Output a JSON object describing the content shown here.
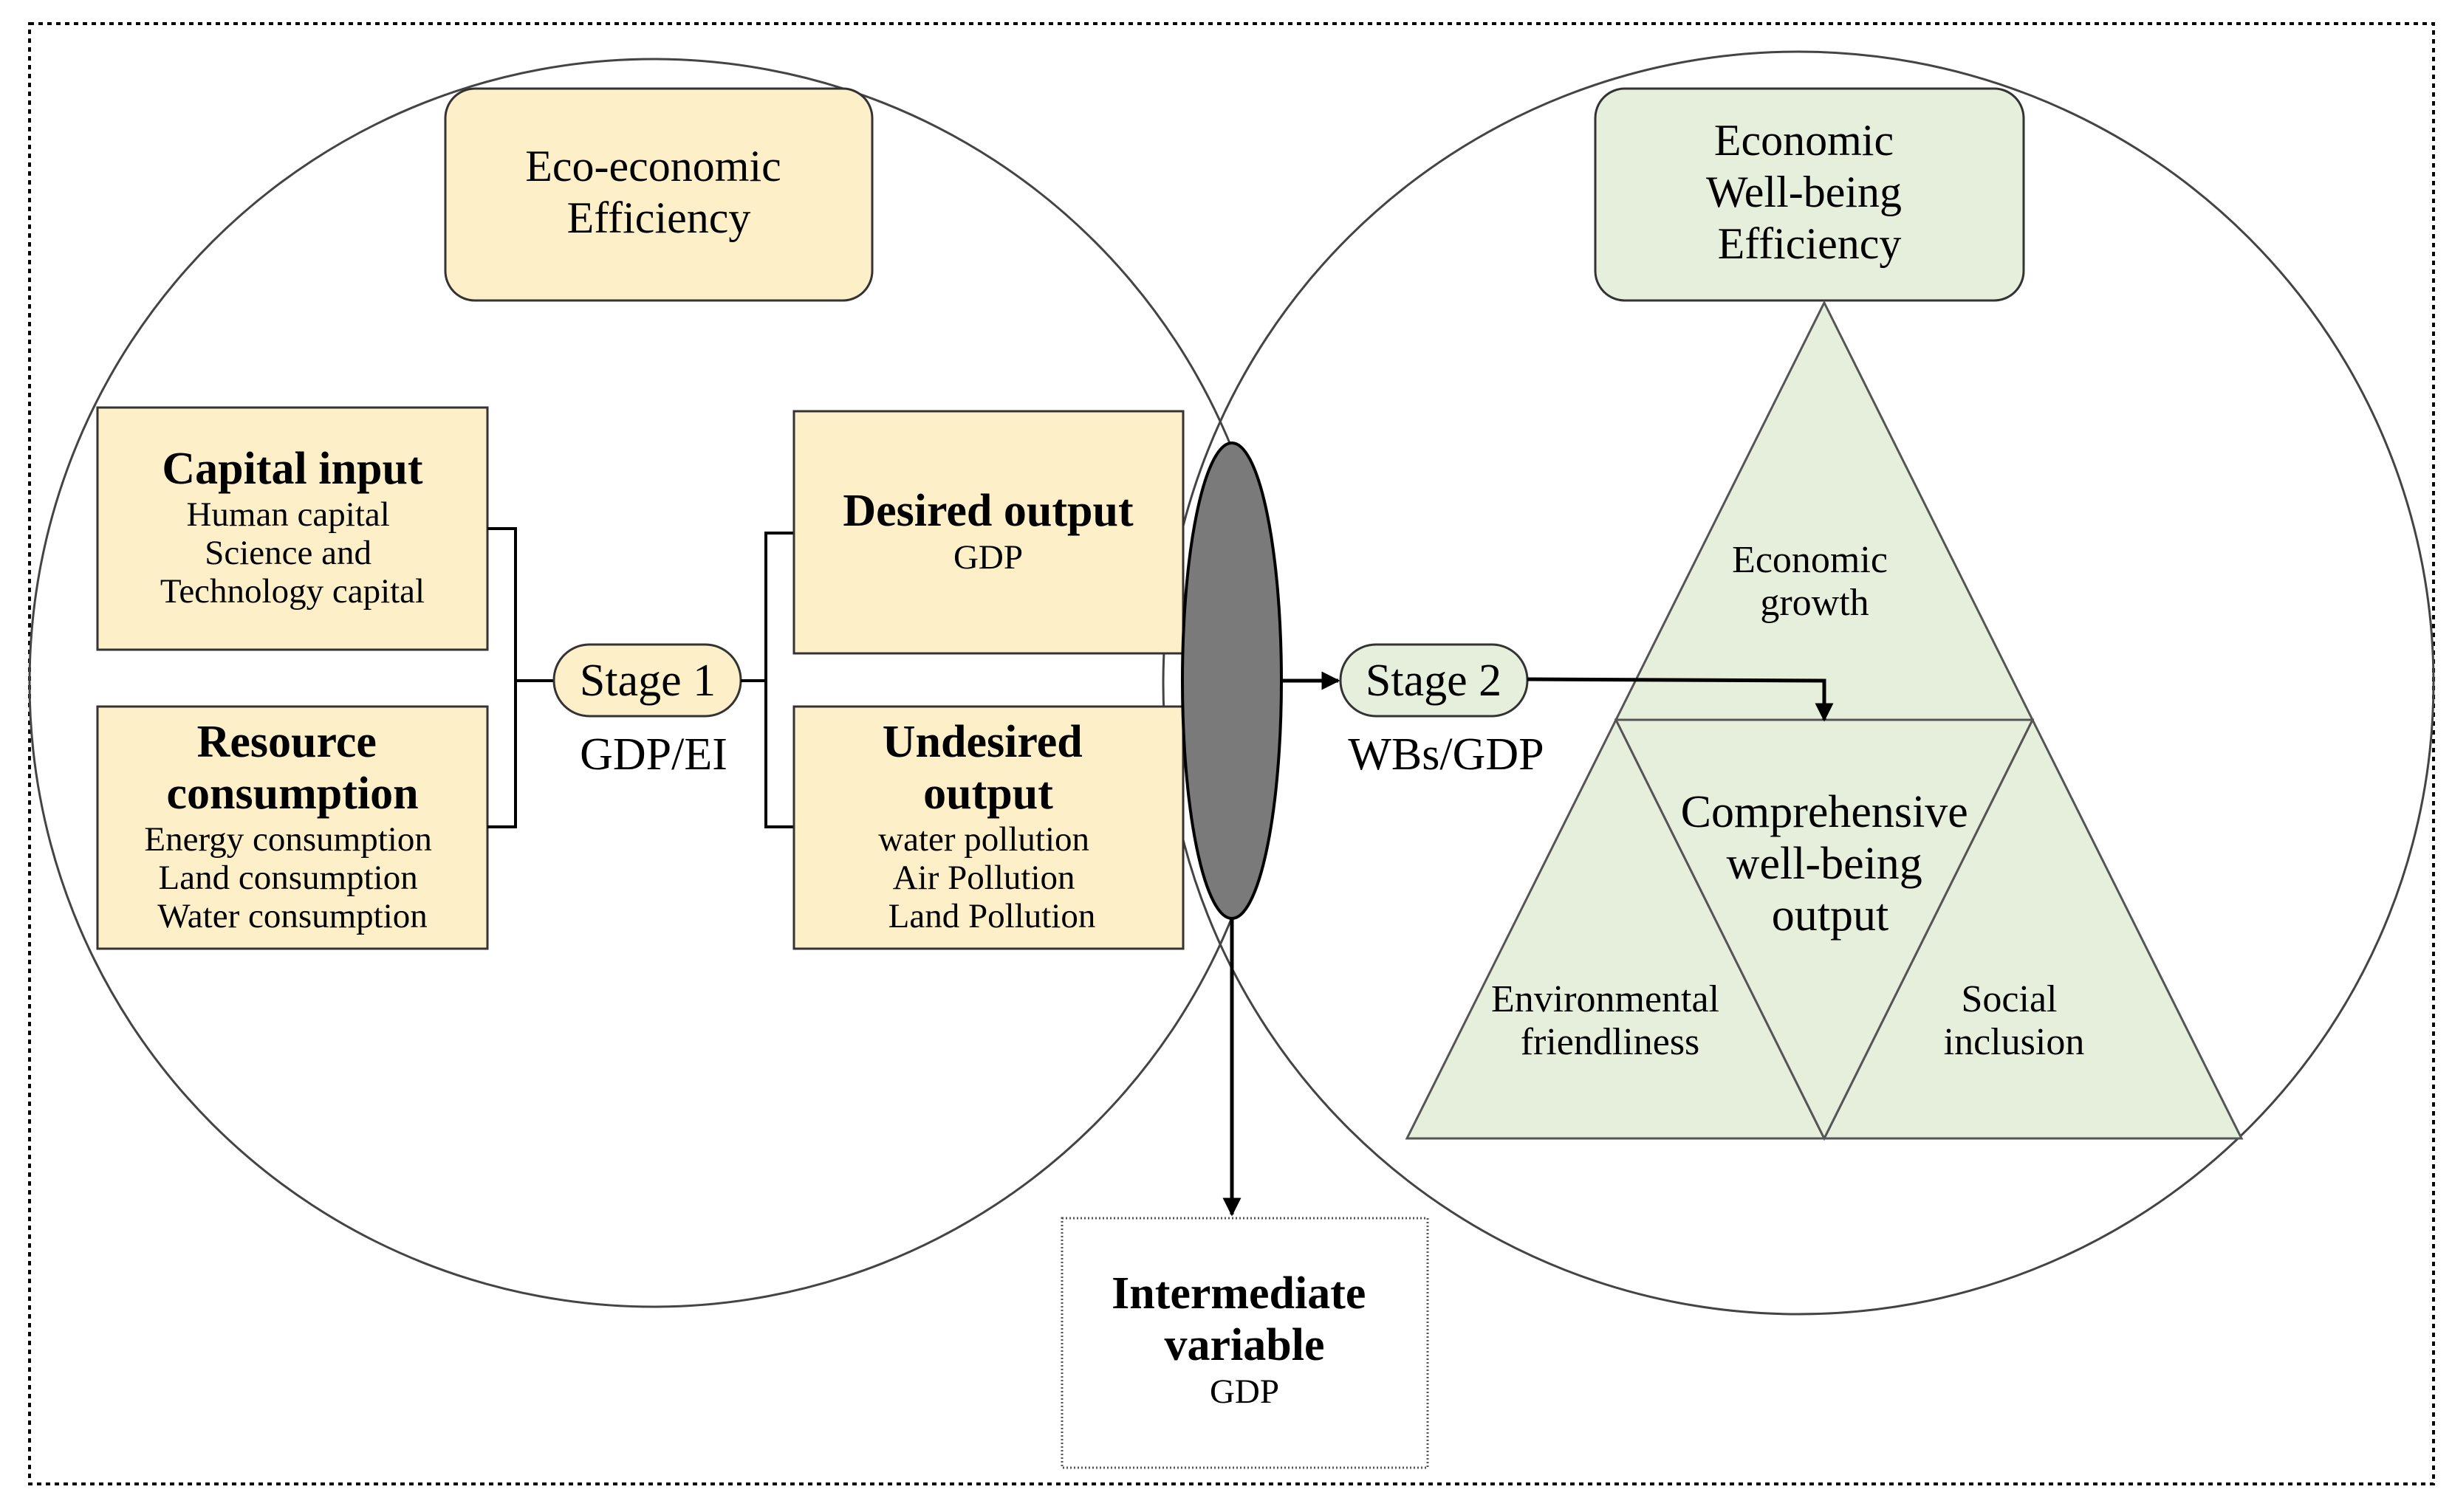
{
  "colors": {
    "left_fill": "#fdefc8",
    "right_fill": "#e6efdc",
    "ellipse_fill": "#7a7a7a",
    "stroke": "#333333"
  },
  "left_title": [
    "Eco-economic",
    "Efficiency"
  ],
  "right_title": [
    "Economic",
    "Well-being",
    "Efficiency"
  ],
  "capital_input": {
    "heading": "Capital input",
    "items": [
      "Human capital",
      "Science and",
      "Technology capital"
    ]
  },
  "resource_consumption": {
    "heading": [
      "Resource",
      "consumption"
    ],
    "items": [
      "Energy consumption",
      "Land  consumption",
      "Water consumption"
    ]
  },
  "stage1": {
    "label": "Stage 1",
    "ratio": "GDP/EI"
  },
  "desired_output": {
    "heading": "Desired output",
    "items": [
      "GDP"
    ]
  },
  "undesired_output": {
    "heading": [
      "Undesired",
      "output"
    ],
    "items": [
      "water pollution",
      "Air Pollution",
      "Land Pollution"
    ]
  },
  "stage2": {
    "label": "Stage 2",
    "ratio": "WBs/GDP"
  },
  "intermediate": {
    "heading": [
      "Intermediate",
      "variable"
    ],
    "items": [
      "GDP"
    ]
  },
  "triangle": {
    "top": [
      "Economic",
      "growth"
    ],
    "center": [
      "Comprehensive",
      "well-being",
      "output"
    ],
    "left": [
      "Environmental",
      "friendliness"
    ],
    "right": [
      "Social",
      "inclusion"
    ]
  }
}
